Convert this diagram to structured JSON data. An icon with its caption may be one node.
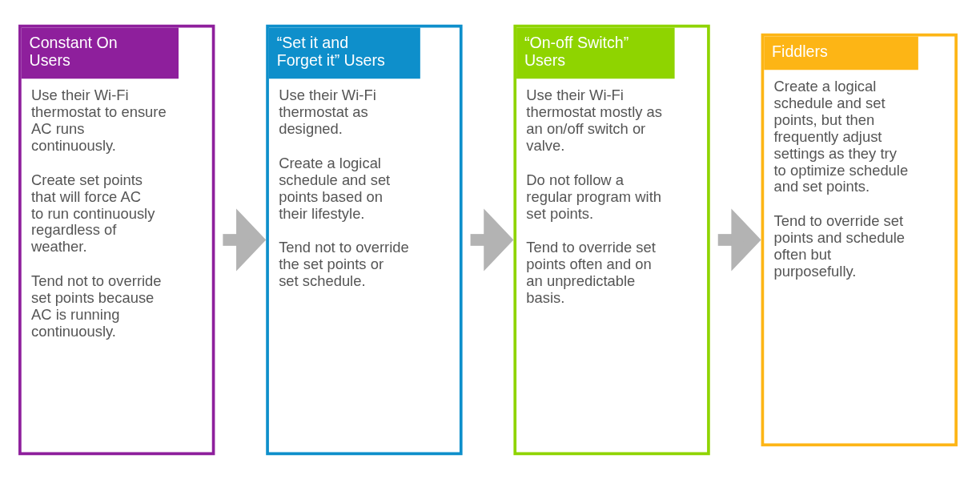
{
  "diagram": {
    "nodes": [
      {
        "text": [
          "Constant On Users",
          "Use their Wi-Fi thermostat to ensure AC runs continuously.",
          "Create set points that will force AC to run continuously regardless of weather.",
          "Tend not to override set points because AC is running continuously."
        ]
      },
      {
        "text": [
          "“Set it and Forget it” Users",
          "Use their Wi-Fi thermostat as designed.",
          "Create a logical schedule and set points based on their lifestyle.",
          "Tend not to override the set points or set schedule."
        ]
      },
      {
        "text": [
          "“On-off Switch” Users",
          "Use their Wi-Fi thermostat mostly as an on/off switch or valve.",
          "Do not follow a regular program with set points.",
          "Tend to override set points often and on an unpredictable basis."
        ]
      },
      {
        "text": [
          "Fiddlers",
          "Create a logical schedule and set points, but then frequently adjust settings as they try to optimize schedule and set points.",
          "Tend to override set points and schedule often but purposefully."
        ]
      }
    ],
    "edges": [
      {
        "from": 0,
        "to": 1,
        "arrow": "to"
      },
      {
        "from": 1,
        "to": 2,
        "arrow": "to"
      },
      {
        "from": 2,
        "to": 3,
        "arrow": "to"
      }
    ]
  }
}
